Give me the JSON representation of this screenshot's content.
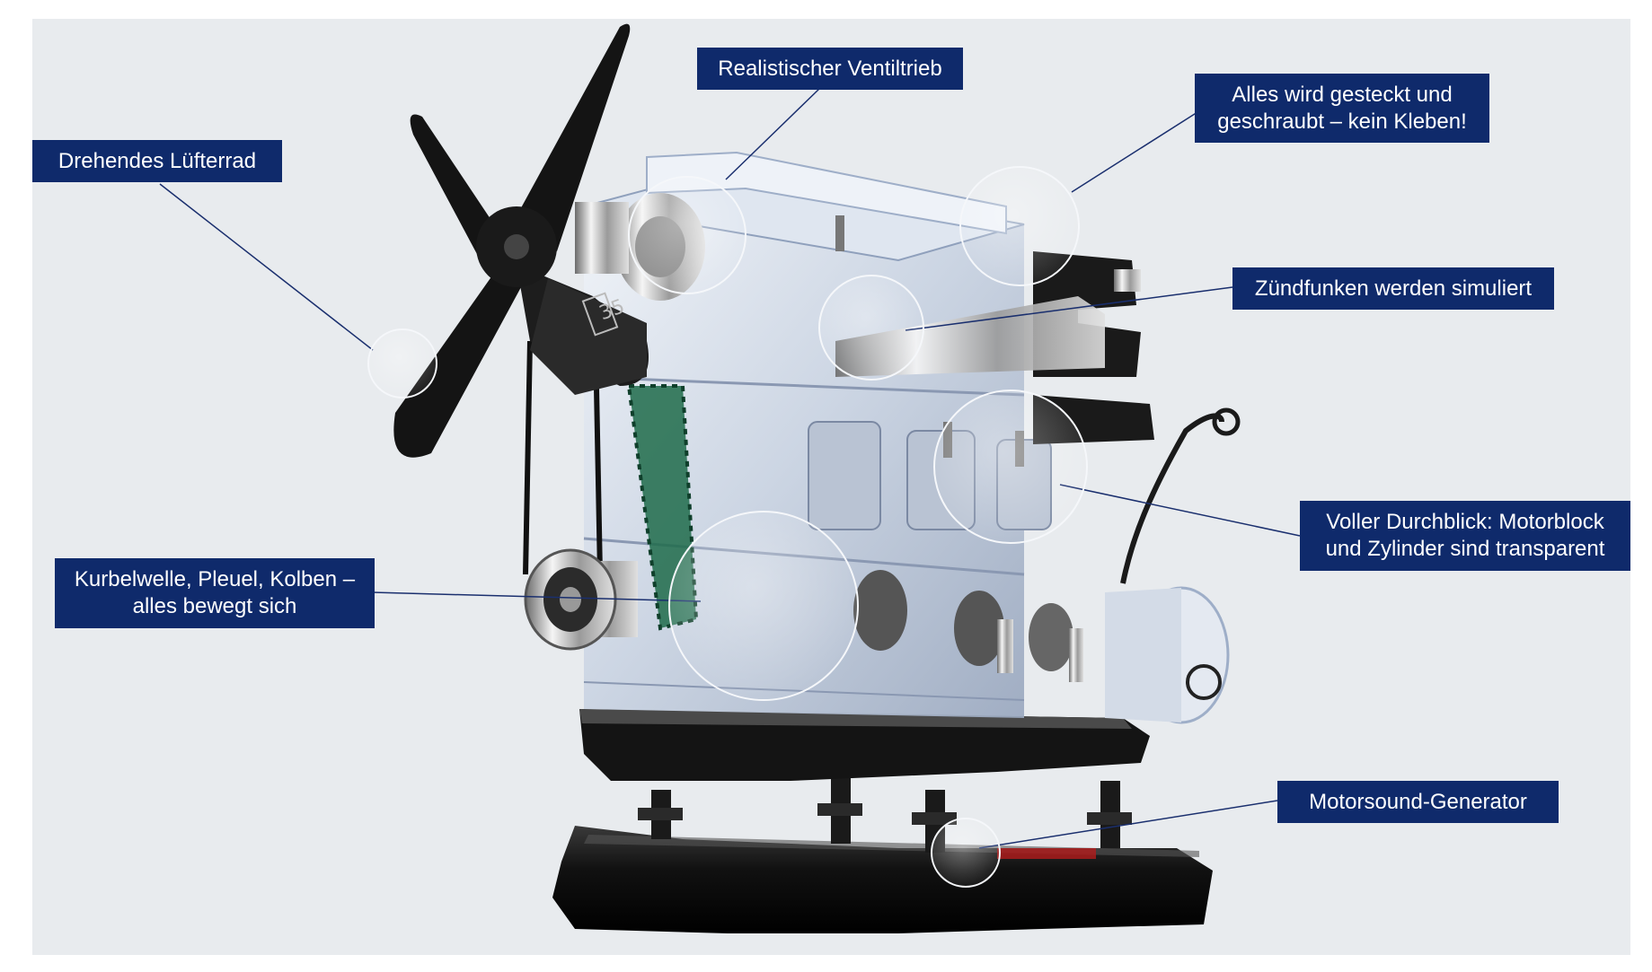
{
  "colors": {
    "background": "#e8ebee",
    "label_bg": "#0f2a6b",
    "label_text": "#ffffff",
    "leader_line": "#1a2f6e"
  },
  "callouts": [
    {
      "id": "fan",
      "lines": [
        "Drehendes Lüfterrad"
      ]
    },
    {
      "id": "valve",
      "lines": [
        "Realistischer Ventiltrieb"
      ]
    },
    {
      "id": "plug",
      "lines": [
        "Alles wird gesteckt und",
        "geschraubt – kein Kleben!"
      ]
    },
    {
      "id": "spark",
      "lines": [
        "Zündfunken werden simuliert"
      ]
    },
    {
      "id": "transparent",
      "lines": [
        "Voller Durchblick: Motorblock",
        "und Zylinder sind transparent"
      ]
    },
    {
      "id": "crank",
      "lines": [
        "Kurbelwelle, Pleuel, Kolben –",
        "alles bewegt sich"
      ]
    },
    {
      "id": "sound",
      "lines": [
        "Motorsound-Generator"
      ]
    }
  ],
  "engine": {
    "pulley_label": "35"
  }
}
